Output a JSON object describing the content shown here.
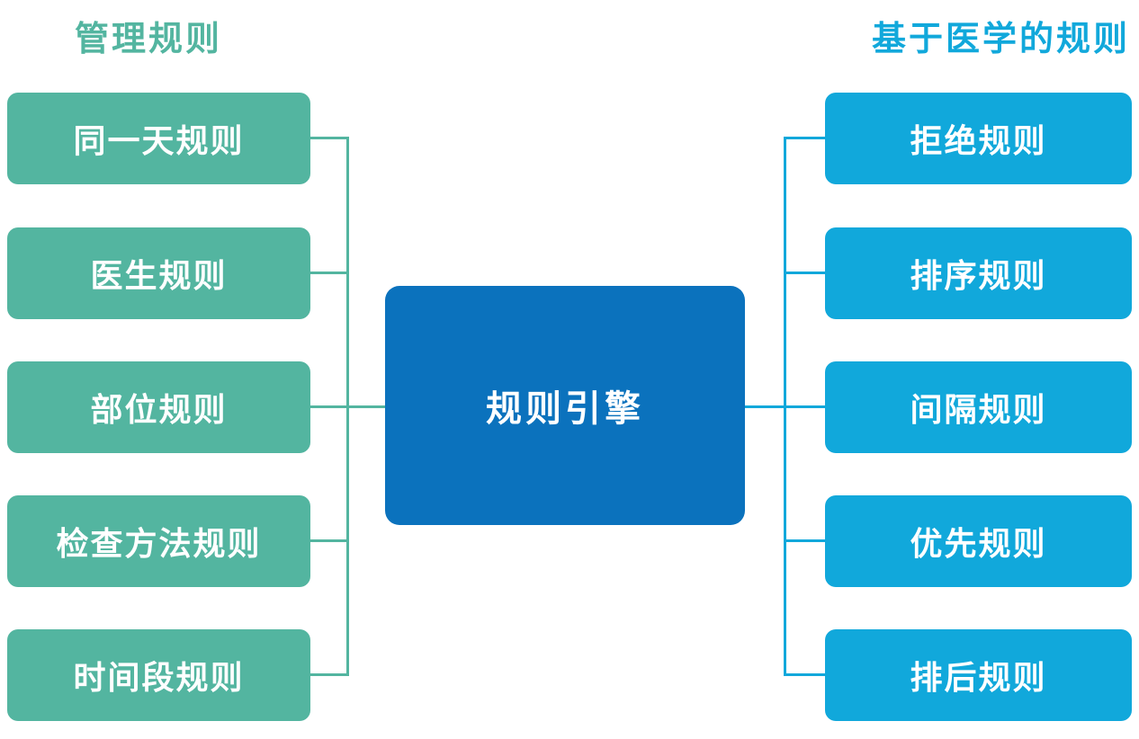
{
  "diagram": {
    "left_group": {
      "title": "管理规则",
      "accent_color": "#53B5A0",
      "items": [
        {
          "label": "同一天规则"
        },
        {
          "label": "医生规则"
        },
        {
          "label": "部位规则"
        },
        {
          "label": "检查方法规则"
        },
        {
          "label": "时间段规则"
        }
      ]
    },
    "center": {
      "label": "规则引擎",
      "accent_color": "#0B72BD"
    },
    "right_group": {
      "title": "基于医学的规则",
      "accent_color": "#11A8DB",
      "items": [
        {
          "label": "拒绝规则"
        },
        {
          "label": "排序规则"
        },
        {
          "label": "间隔规则"
        },
        {
          "label": "优先规则"
        },
        {
          "label": "排后规则"
        }
      ]
    }
  }
}
